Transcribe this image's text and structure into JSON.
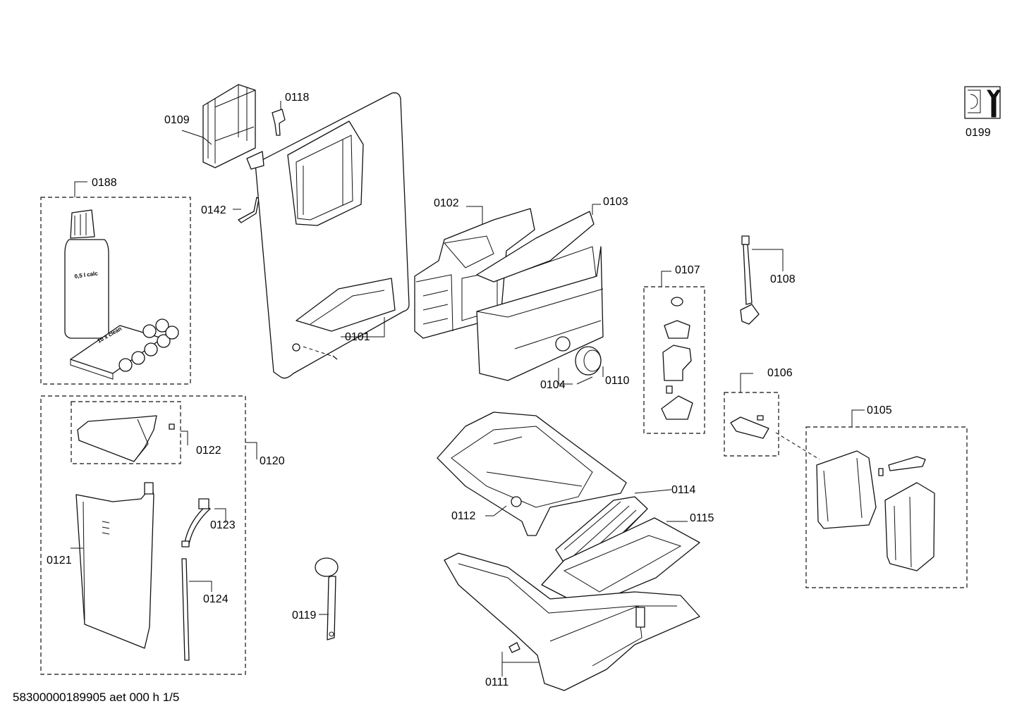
{
  "footer": {
    "document_code": "58300000189905 aet 000 h 1/5"
  },
  "parts": {
    "p0101": "0101",
    "p0102": "0102",
    "p0103": "0103",
    "p0104": "0104",
    "p0105": "0105",
    "p0106": "0106",
    "p0107": "0107",
    "p0108": "0108",
    "p0109": "0109",
    "p0110": "0110",
    "p0111": "0111",
    "p0112": "0112",
    "p0114": "0114",
    "p0115": "0115",
    "p0118": "0118",
    "p0119": "0119",
    "p0120": "0120",
    "p0121": "0121",
    "p0122": "0122",
    "p0123": "0123",
    "p0124": "0124",
    "p0142": "0142",
    "p0188": "0188",
    "p0199": "0199"
  },
  "bottle_label": "0,5 l calc",
  "pack_label": "10 x clean",
  "icons": {
    "service": "wrench-tool-icon"
  }
}
